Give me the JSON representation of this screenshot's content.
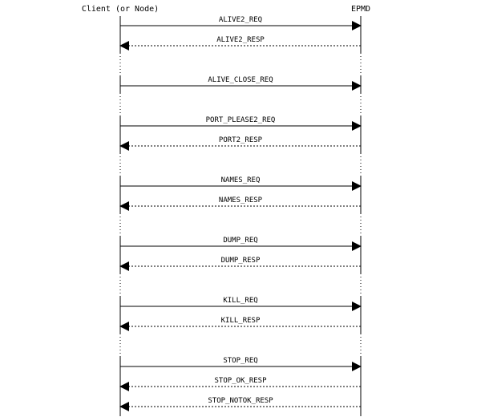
{
  "diagram": {
    "type": "sequence",
    "actors": [
      {
        "id": "client",
        "label": "Client (or Node)"
      },
      {
        "id": "epmd",
        "label": "EPMD"
      }
    ],
    "groups": [
      {
        "messages": [
          {
            "label": "ALIVE2_REQ",
            "from": "client",
            "to": "epmd",
            "style": "solid"
          },
          {
            "label": "ALIVE2_RESP",
            "from": "epmd",
            "to": "client",
            "style": "dashed"
          }
        ]
      },
      {
        "messages": [
          {
            "label": "ALIVE_CLOSE_REQ",
            "from": "client",
            "to": "epmd",
            "style": "solid"
          }
        ]
      },
      {
        "messages": [
          {
            "label": "PORT_PLEASE2_REQ",
            "from": "client",
            "to": "epmd",
            "style": "solid"
          },
          {
            "label": "PORT2_RESP",
            "from": "epmd",
            "to": "client",
            "style": "dashed"
          }
        ]
      },
      {
        "messages": [
          {
            "label": "NAMES_REQ",
            "from": "client",
            "to": "epmd",
            "style": "solid"
          },
          {
            "label": "NAMES_RESP",
            "from": "epmd",
            "to": "client",
            "style": "dashed"
          }
        ]
      },
      {
        "messages": [
          {
            "label": "DUMP_REQ",
            "from": "client",
            "to": "epmd",
            "style": "solid"
          },
          {
            "label": "DUMP_RESP",
            "from": "epmd",
            "to": "client",
            "style": "dashed"
          }
        ]
      },
      {
        "messages": [
          {
            "label": "KILL_REQ",
            "from": "client",
            "to": "epmd",
            "style": "solid"
          },
          {
            "label": "KILL_RESP",
            "from": "epmd",
            "to": "client",
            "style": "dashed"
          }
        ]
      },
      {
        "messages": [
          {
            "label": "STOP_REQ",
            "from": "client",
            "to": "epmd",
            "style": "solid"
          },
          {
            "label": "STOP_OK_RESP",
            "from": "epmd",
            "to": "client",
            "style": "dashed"
          },
          {
            "label": "STOP_NOTOK_RESP",
            "from": "epmd",
            "to": "client",
            "style": "dashed"
          }
        ]
      }
    ]
  },
  "colors": {
    "line": "#000000",
    "background": "#ffffff"
  }
}
